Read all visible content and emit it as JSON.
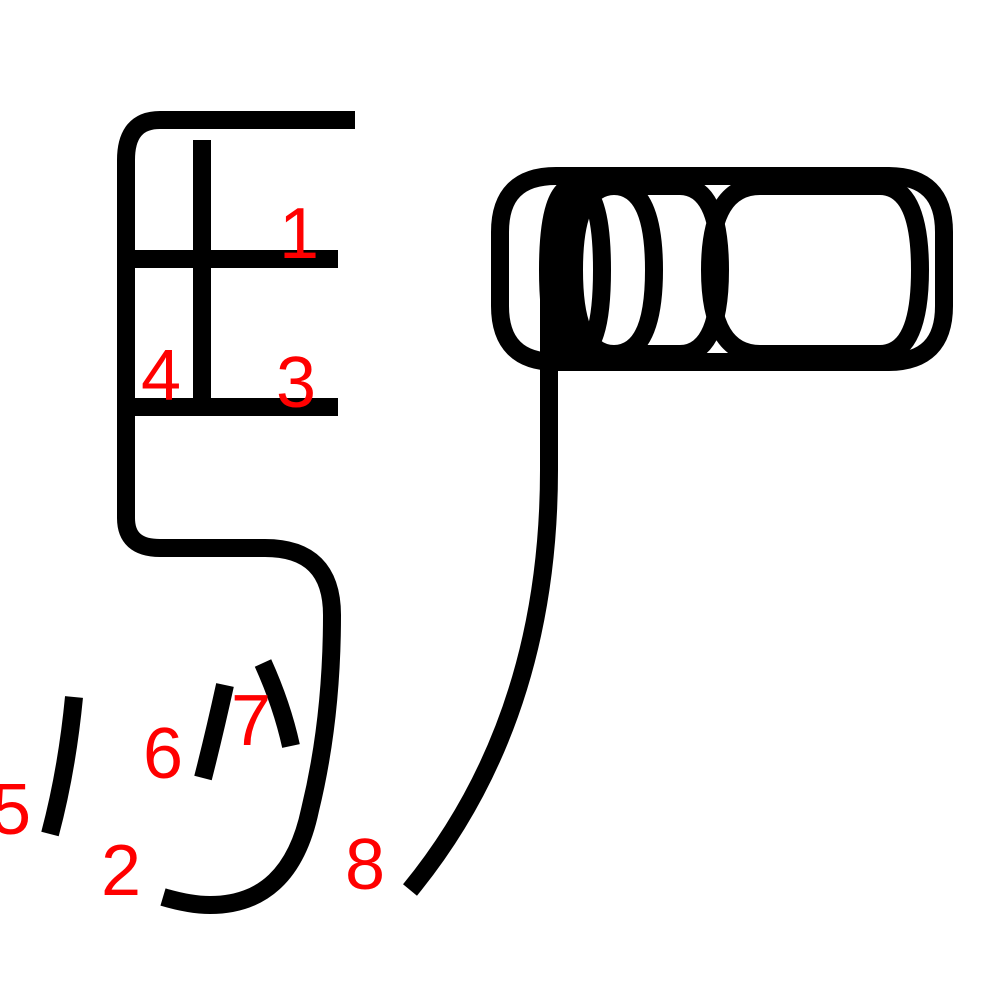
{
  "colors": {
    "stroke": "#000000",
    "label": "#ff0000",
    "background": "#ffffff"
  },
  "strokes": [
    {
      "name": "stroke-1",
      "label": "1"
    },
    {
      "name": "stroke-2",
      "label": "2"
    },
    {
      "name": "stroke-3",
      "label": "3"
    },
    {
      "name": "stroke-4",
      "label": "4"
    },
    {
      "name": "stroke-5",
      "label": "5"
    },
    {
      "name": "stroke-6",
      "label": "6"
    },
    {
      "name": "stroke-7",
      "label": "7"
    },
    {
      "name": "stroke-8",
      "label": "8"
    }
  ]
}
